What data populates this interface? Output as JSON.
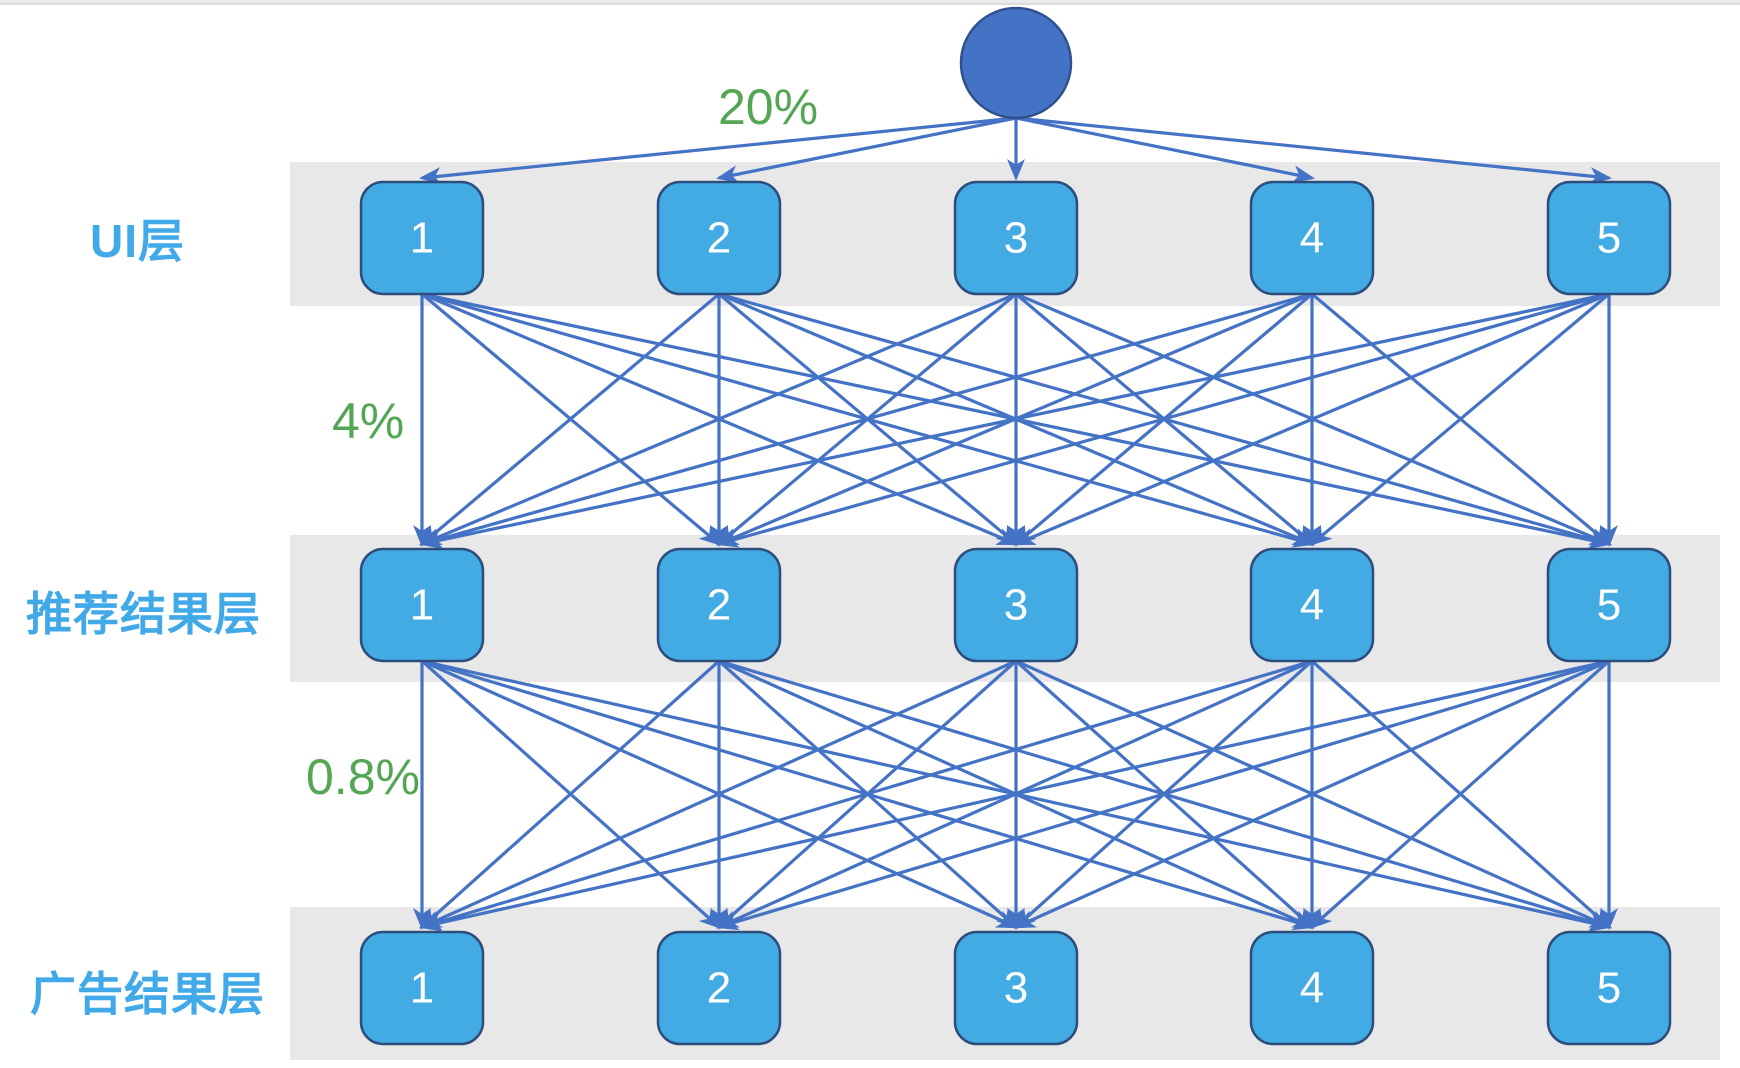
{
  "diagram": {
    "type": "layered-funnel-network",
    "description": "Root node fans out to three fully-connected layers of five nodes each",
    "root_node": {
      "shape": "circle",
      "label": ""
    },
    "conversion_labels": [
      {
        "id": "root-to-ui",
        "text": "20%"
      },
      {
        "id": "ui-to-recommend",
        "text": "4%"
      },
      {
        "id": "recommend-to-ad",
        "text": "0.8%"
      }
    ],
    "layers": [
      {
        "id": "ui",
        "label": "UI层",
        "nodes": [
          "1",
          "2",
          "3",
          "4",
          "5"
        ]
      },
      {
        "id": "recommend",
        "label": "推荐结果层",
        "nodes": [
          "1",
          "2",
          "3",
          "4",
          "5"
        ]
      },
      {
        "id": "ad",
        "label": "广告结果层",
        "nodes": [
          "1",
          "2",
          "3",
          "4",
          "5"
        ]
      }
    ],
    "connectivity": "root connects to every layer-1 node; every node connects to every node of the next layer; arrowheads point downward into target node tops",
    "colors": {
      "root_fill": "#4472c4",
      "root_stroke": "#2f528f",
      "node_fill": "#43abe4",
      "node_stroke": "#2d4d7c",
      "node_text": "#ffffff",
      "edge": "#4472c4",
      "band": "#e8e8e8",
      "layer_label": "#41a9e8",
      "percent_label": "#53a653",
      "top_strip": "#eaeaea"
    }
  }
}
